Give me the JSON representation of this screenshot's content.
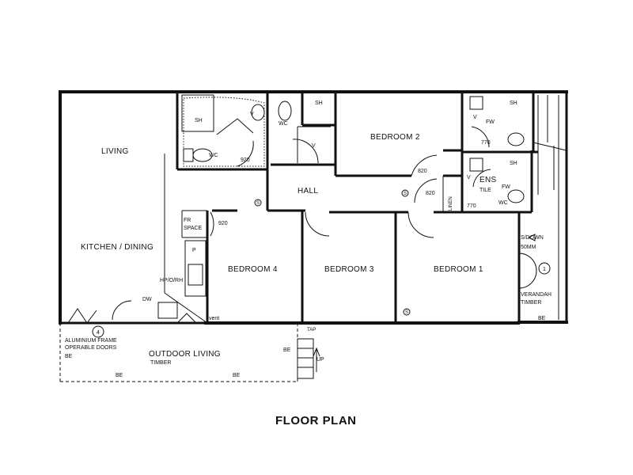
{
  "plan": {
    "title": "FLOOR PLAN",
    "rooms": {
      "living": "LIVING",
      "kitchen_dining": "KITCHEN / DINING",
      "hall": "HALL",
      "bedroom1": "BEDROOM 1",
      "bedroom2": "BEDROOM 2",
      "bedroom3": "BEDROOM 3",
      "bedroom4": "BEDROOM 4",
      "ens": "ENS",
      "outdoor_living": "OUTDOOR LIVING",
      "verandah": "VERANDAH"
    },
    "labels": {
      "sh": "SH",
      "wc": "WC",
      "v": "V",
      "fw": "FW",
      "tile": "TILE",
      "linen": "LINEN",
      "fr_space_1": "FR",
      "fr_space_2": "SPACE",
      "p": "P",
      "hp_o_rh": "HP/O/RH",
      "dw": "DW",
      "vent": "vent",
      "tap": "TAP",
      "up": "UP",
      "be": "BE",
      "timber": "TIMBER",
      "s_down_1": "S/DOWN",
      "s_down_2": "50MM",
      "alu_1": "ALUMINIUM FRAME",
      "alu_2": "OPERABLE DOORS",
      "door_920": "920",
      "door_820": "820",
      "door_770": "770",
      "num_1": "1",
      "num_4": "4",
      "smoke_detector": "S"
    }
  }
}
